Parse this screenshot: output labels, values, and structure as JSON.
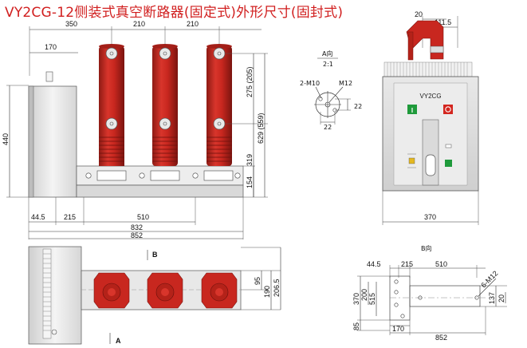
{
  "title": "VY2CG-12侧装式真空断路器(固定式)外形尺寸(固封式)",
  "front_view": {
    "top_dims": [
      "350",
      "210",
      "210"
    ],
    "left_dim": "170",
    "height_dim": "440",
    "right_dims": [
      "275 (205)",
      "629 (559)",
      "319",
      "154"
    ],
    "bottom_dims": [
      "44.5",
      "215",
      "510",
      "832",
      "852"
    ]
  },
  "a_view": {
    "title": "A向",
    "scale": "2:1",
    "label_left": "2-M10",
    "label_right": "M12",
    "dim_a": "22",
    "dim_b": "22"
  },
  "side_view": {
    "top_dims": [
      "20",
      "111.5"
    ],
    "nameplate": "VY2CG",
    "width_dim": "370"
  },
  "top_view": {
    "marker_b": "B",
    "marker_a": "A",
    "right_dims": [
      "95",
      "190",
      "206.5"
    ]
  },
  "b_view": {
    "title": "B向",
    "top_dims": [
      "44.5",
      "215",
      "510"
    ],
    "left_dims": [
      "370",
      "200",
      "515",
      "85"
    ],
    "right_dims": [
      "137",
      "20"
    ],
    "hole_label": "6-M12",
    "bottom_dims": [
      "170",
      "852"
    ]
  },
  "colors": {
    "title": "#d11f1f",
    "pole": "#c8271f",
    "pole_dark": "#8e1a14",
    "base": "#e6e6e6",
    "green_button": "#1f9a3b",
    "red_button": "#d3261f"
  }
}
